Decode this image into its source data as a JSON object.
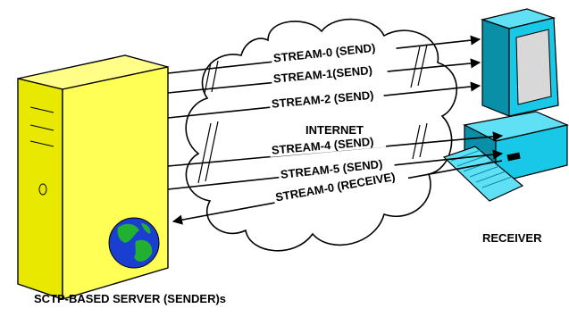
{
  "diagram": {
    "server_label": "SCTP-BASED SERVER (SENDER)s",
    "receiver_label": "RECEIVER",
    "cloud_label": "INTERNET",
    "streams": [
      {
        "label": "STREAM-0 (SEND)",
        "direction": "send"
      },
      {
        "label": "STREAM-1(SEND)",
        "direction": "send"
      },
      {
        "label": "STREAM-2 (SEND)",
        "direction": "send"
      },
      {
        "label": "STREAM-4 (SEND)",
        "direction": "send"
      },
      {
        "label": "STREAM-5 (SEND)",
        "direction": "send"
      },
      {
        "label": "STREAM-0 (RECEIVE)",
        "direction": "receive"
      }
    ],
    "colors": {
      "server": "#ffff66",
      "server_side": "#e6e600",
      "receiver": "#19c8e6",
      "receiver_dark": "#0a8fa8",
      "globe_water": "#1a3fd0",
      "globe_land": "#22b030",
      "cloud": "#ffffff"
    }
  }
}
